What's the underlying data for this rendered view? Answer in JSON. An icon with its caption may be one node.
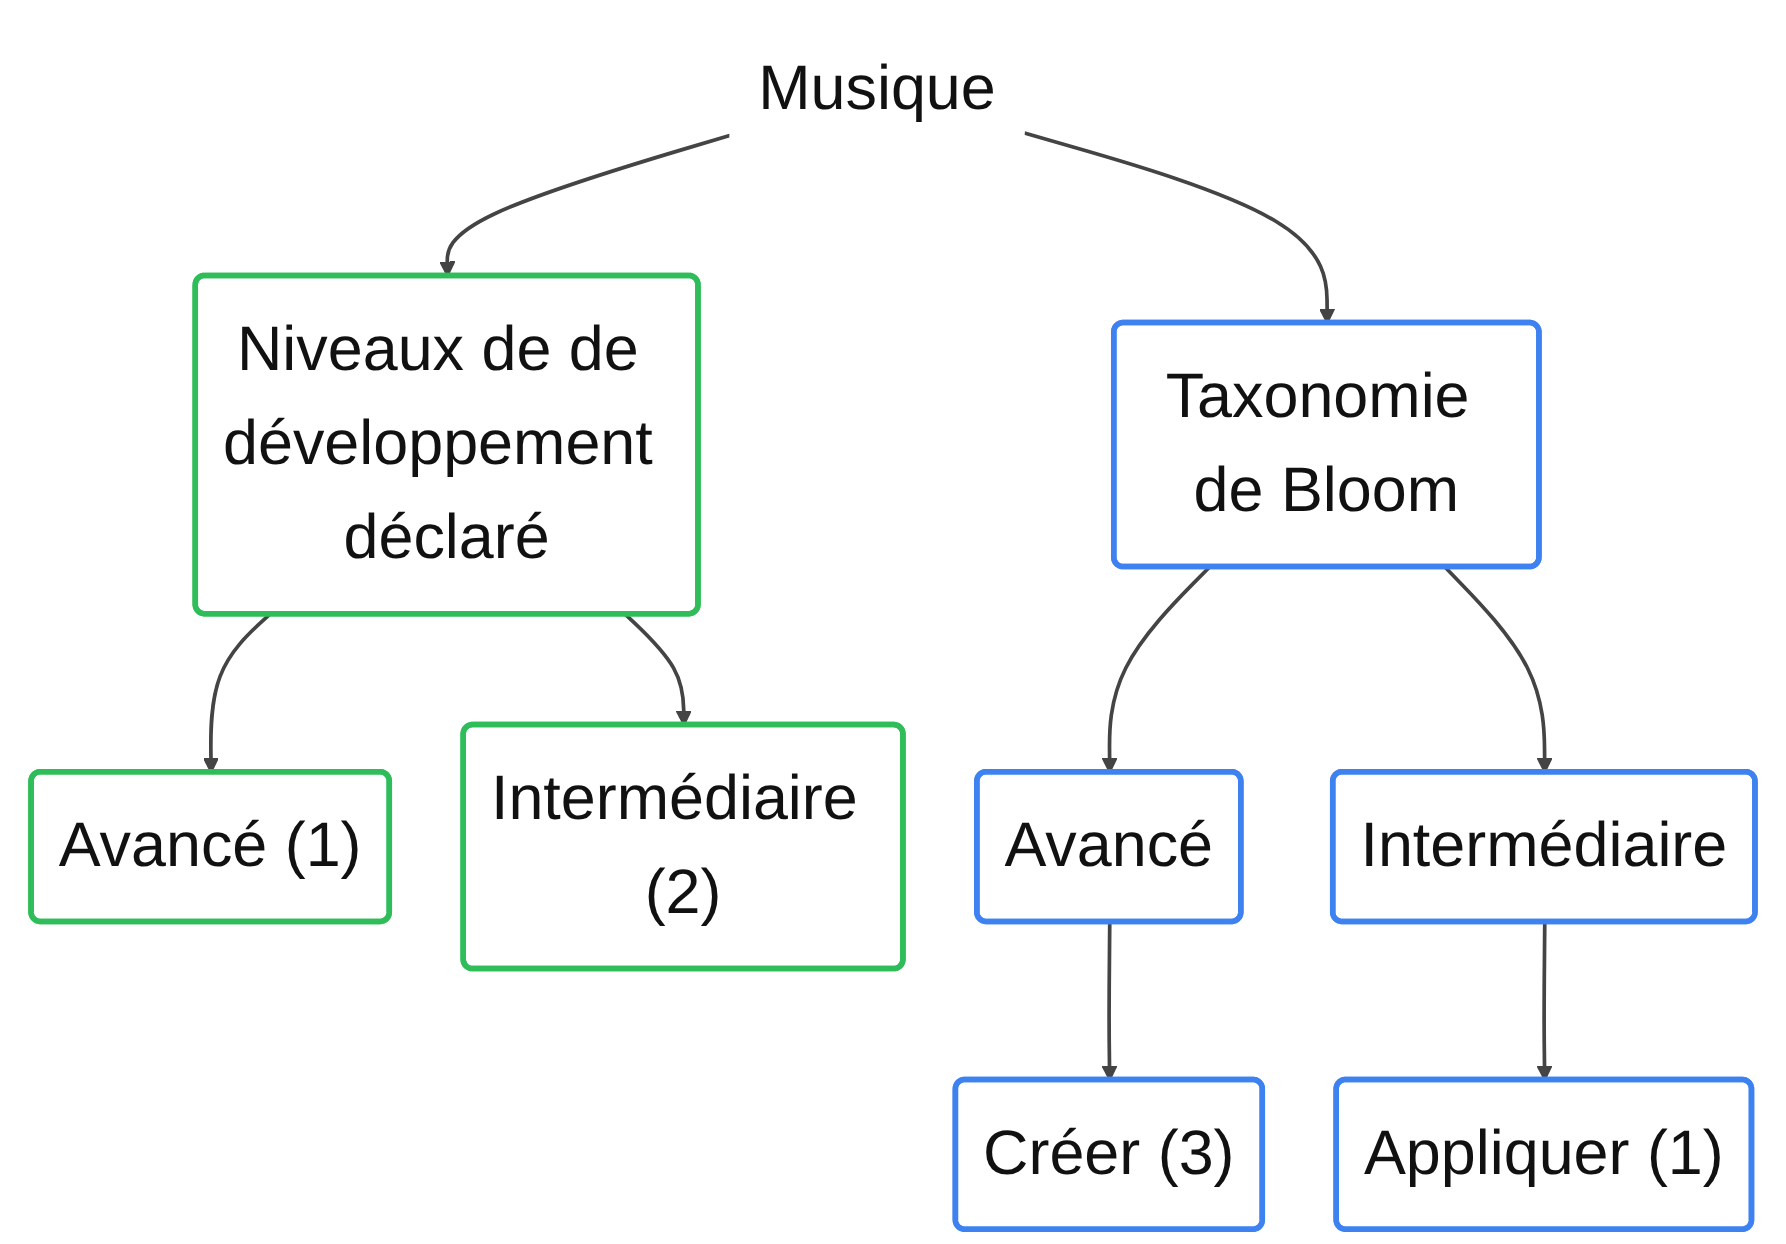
{
  "diagram": {
    "nodes": [
      {
        "text": [
          "Musique"
        ]
      },
      {
        "text": [
          "Niveaux de de développement déclaré"
        ]
      },
      {
        "text": [
          "Taxonomie de Bloom"
        ]
      },
      {
        "text": [
          "Avancé (1)"
        ]
      },
      {
        "text": [
          "Intermédiaire (2)"
        ]
      },
      {
        "text": [
          "Avancé"
        ]
      },
      {
        "text": [
          "Intermédiaire"
        ]
      },
      {
        "text": [
          "Créer (3)"
        ]
      },
      {
        "text": [
          "Appliquer (1)"
        ]
      }
    ],
    "edges": [
      {
        "from": 0,
        "to": 1,
        "arrow": "to"
      },
      {
        "from": 0,
        "to": 2,
        "arrow": "to"
      },
      {
        "from": 1,
        "to": 3,
        "arrow": "to"
      },
      {
        "from": 1,
        "to": 4,
        "arrow": "to"
      },
      {
        "from": 2,
        "to": 5,
        "arrow": "to"
      },
      {
        "from": 2,
        "to": 6,
        "arrow": "to"
      },
      {
        "from": 5,
        "to": 7,
        "arrow": "to"
      },
      {
        "from": 6,
        "to": 8,
        "arrow": "to"
      }
    ]
  }
}
